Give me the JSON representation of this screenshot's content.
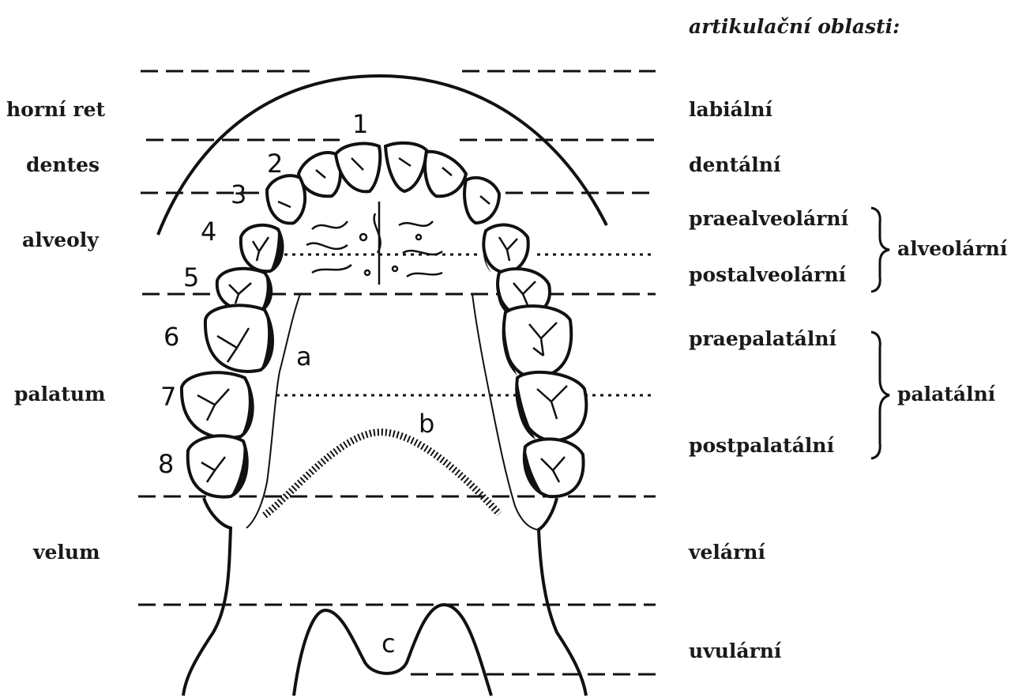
{
  "heading": "artikulační oblasti:",
  "anatomy_labels": {
    "horni_ret": "horní ret",
    "dentes": "dentes",
    "alveoly": "alveoly",
    "palatum": "palatum",
    "velum": "velum"
  },
  "articulation_labels": {
    "labialni": "labiální",
    "dentalni": "dentální",
    "praealveolarni": "praealveolární",
    "postalveolarni": "postalveolární",
    "praepalatalni": "praepalatální",
    "postpalatalni": "postpalatální",
    "velarni": "velární",
    "uvularni": "uvulární"
  },
  "group_labels": {
    "alveolarni": "alveolární",
    "palatalni": "palatální"
  },
  "tooth_numbers": [
    "1",
    "2",
    "3",
    "4",
    "5",
    "6",
    "7",
    "8"
  ],
  "region_letters": {
    "a": "a",
    "b": "b",
    "c": "c"
  }
}
